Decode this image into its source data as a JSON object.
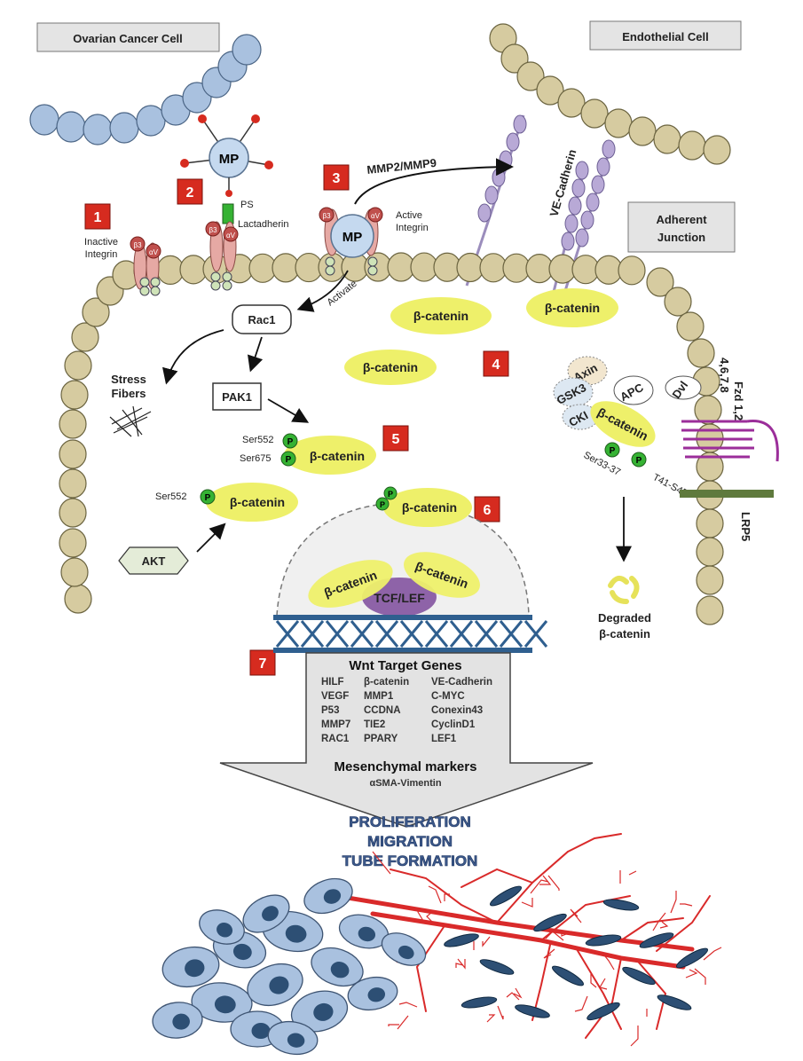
{
  "header": {
    "ovarian_cell": "Ovarian Cancer Cell",
    "endothelial_cell": "Endothelial Cell",
    "adherent_junction": [
      "Adherent",
      "Junction"
    ]
  },
  "steps": [
    "1",
    "2",
    "3",
    "4",
    "5",
    "6",
    "7"
  ],
  "labels": {
    "mp": "MP",
    "ps": "PS",
    "lactadherin": "Lactadherin",
    "inactive_integrin": [
      "Inactive",
      "Integrin"
    ],
    "active_integrin": [
      "Active",
      "Integrin"
    ],
    "mmp": "MMP2/MMP9",
    "ve_cadherin": "VE-Cadherin",
    "activate": "Activate",
    "rac1": "Rac1",
    "pak1": "PAK1",
    "akt": "AKT",
    "stress_fibers": [
      "Stress",
      "Fibers"
    ],
    "beta_catenin": "β-catenin",
    "ser552": "Ser552",
    "ser675": "Ser675",
    "p": "P",
    "beta3": "β3",
    "alphav": "αV",
    "axin": "Axin",
    "apc": "APC",
    "gsk3": "GSK3",
    "cki": "CKI",
    "dvl": "Dvl",
    "fzd": [
      "Fzd 1,2",
      "4,6,7,8"
    ],
    "lrp5": "LRP5",
    "ser33": "Ser33-37",
    "t41": "T41-S45",
    "degraded": [
      "Degraded",
      "β-catenin"
    ],
    "tcf": "TCF/LEF"
  },
  "target_genes": {
    "title": "Wnt Target Genes",
    "columns": [
      [
        "HILF",
        "VEGF",
        "P53",
        "MMP7",
        "RAC1"
      ],
      [
        "β-catenin",
        "MMP1",
        "CCDNA",
        "TIE2",
        "PPARY"
      ],
      [
        "VE-Cadherin",
        "C-MYC",
        "Conexin43",
        "CyclinD1",
        "LEF1"
      ]
    ],
    "mesenchymal_title": "Mesenchymal markers",
    "mesenchymal_sub": "αSMA-Vimentin"
  },
  "outcomes": [
    "PROLIFERATION",
    "MIGRATION",
    "TUBE FORMATION"
  ],
  "colors": {
    "membrane_bead": "#d6cba0",
    "membrane_stroke": "#6b6440",
    "ovarian_bead": "#a9c1df",
    "beta_catenin": "#eef06a",
    "step_box": "#d62b1f",
    "integrin": "#e6a9a4",
    "cadherin": "#b8a9d6",
    "tcf": "#8e63a8",
    "vessel": "#d92a2a",
    "cell_fill": "#a9c1df",
    "nucleus": "#2d4f74"
  }
}
